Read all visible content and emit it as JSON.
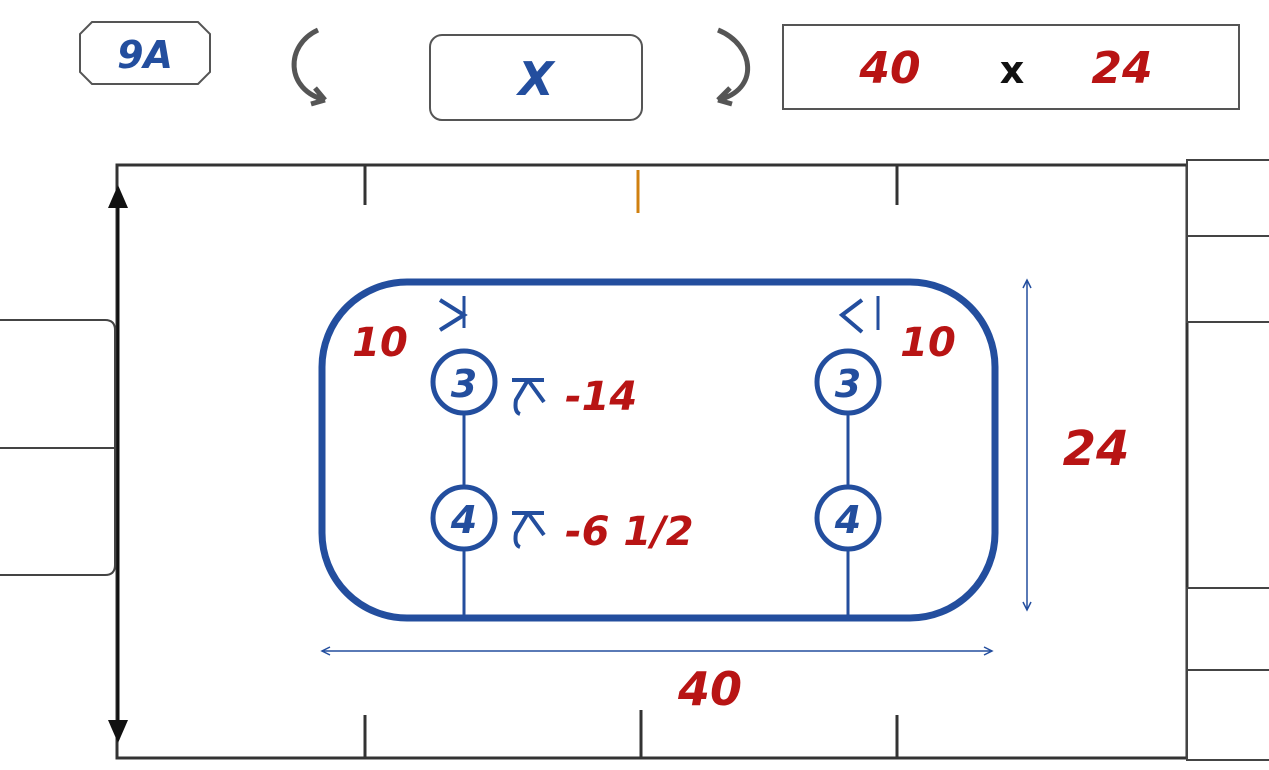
{
  "toolbar": {
    "badge": "9A",
    "center_button": "X",
    "dims_width": "40",
    "dims_sep": "x",
    "dims_height": "24"
  },
  "diagram": {
    "left_nodes": [
      {
        "label": "3",
        "offset": "-14"
      },
      {
        "label": "4",
        "offset": "-6 1/2"
      }
    ],
    "right_nodes": [
      {
        "label": "3"
      },
      {
        "label": "4"
      }
    ],
    "left_angle": "10",
    "right_angle": "10",
    "height_label": "24",
    "width_label": "40"
  },
  "colors": {
    "blue": "#234e9e",
    "red": "#b81414"
  }
}
